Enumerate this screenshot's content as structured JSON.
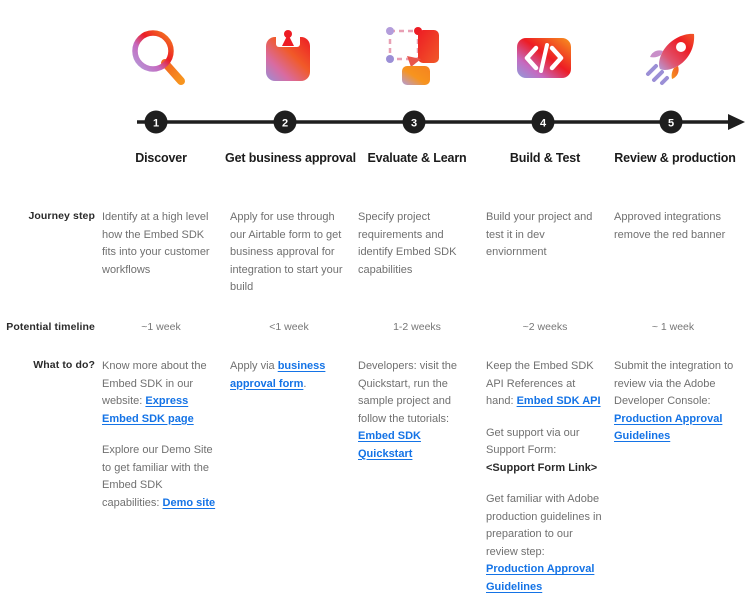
{
  "layout": {
    "column_x": [
      102,
      230,
      358,
      486,
      614
    ],
    "accent_link_color": "#1473e6",
    "body_text_color": "#707070",
    "title_text_color": "#1b1b1b",
    "timeline_color": "#1e1e1e"
  },
  "timeline_axis": {
    "markers": [
      "1",
      "2",
      "3",
      "4",
      "5"
    ],
    "arrow": "right-arrow"
  },
  "icons": [
    {
      "name": "magnifier-icon",
      "alt": "magnifying glass"
    },
    {
      "name": "clipboard-icon",
      "alt": "clipboard approval"
    },
    {
      "name": "shapes-icon",
      "alt": "design shapes"
    },
    {
      "name": "code-icon",
      "alt": "code brackets"
    },
    {
      "name": "rocket-icon",
      "alt": "rocket launch"
    }
  ],
  "row_labels": {
    "journey_step": "Journey step",
    "potential_timeline": "Potential timeline",
    "what_to_do": "What to do?"
  },
  "steps": [
    {
      "title": "Discover",
      "journey_step": "Identify at a high level how the Embed SDK fits into your customer workflows",
      "timeline": "~1 week"
    },
    {
      "title": "Get business approval",
      "journey_step": "Apply for use through our Airtable form to get business approval for integration to start your build",
      "timeline": "<1 week"
    },
    {
      "title": "Evaluate & Learn",
      "journey_step": "Specify project requirements and identify Embed SDK capabilities",
      "timeline": "1-2 weeks"
    },
    {
      "title": "Build & Test",
      "journey_step": "Build your project and test it in dev enviornment",
      "timeline": "~2 weeks"
    },
    {
      "title": "Review & production",
      "journey_step": "Approved integrations remove the red banner",
      "timeline": "~ 1 week"
    }
  ],
  "what_to_do": {
    "col1": {
      "block1_pre": "Know more about the Embed SDK in our website: ",
      "block1_link": "Express Embed SDK page",
      "block2_pre": "Explore our Demo Site to get familiar with the Embed SDK capabilities: ",
      "block2_link": "Demo site"
    },
    "col2": {
      "block1_pre": "Apply via ",
      "block1_link": "business approval form",
      "block1_post": "."
    },
    "col3": {
      "block1_pre": "Developers: visit the Quickstart, run the sample project and follow the tutorials: ",
      "block1_link": "Embed SDK Quickstart"
    },
    "col4": {
      "block1_pre": "Keep the Embed SDK API References at hand: ",
      "block1_link": "Embed SDK API",
      "block2_pre": "Get support via our Support Form: ",
      "block2_strong": "<Support Form Link>",
      "block3_pre": "Get familiar with Adobe production guidelines in preparation to our review step: ",
      "block3_link": "Production Approval Guidelines"
    },
    "col5": {
      "block1_pre": "Submit the integration to review via the Adobe Developer Console: ",
      "block1_link": "Production Approval Guidelines"
    }
  }
}
